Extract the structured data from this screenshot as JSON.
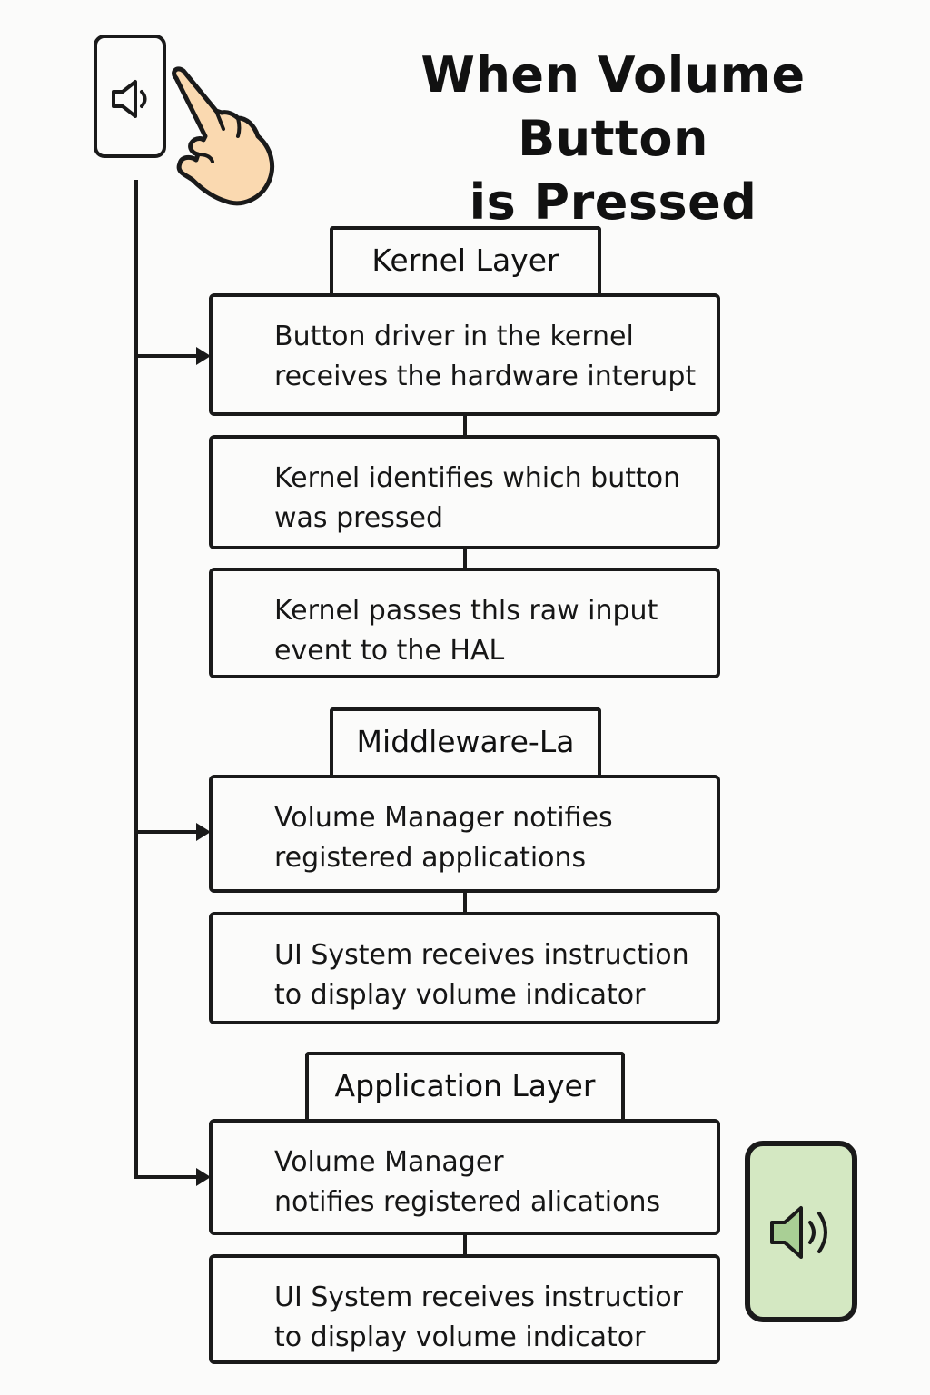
{
  "title": {
    "line1": "When Volume Button",
    "line2": "is Pressed"
  },
  "icons": {
    "top_device": "speaker-icon",
    "hand": "pointing-hand-icon",
    "bottom_device": "speaker-volume-icon"
  },
  "colors": {
    "hand_fill": "#fad9b0",
    "bottom_device_fill": "#d4e8c2",
    "speaker_fill_bottom": "#a9cf95",
    "line": "#1a1a1a"
  },
  "layers": [
    {
      "label": "Kernel Layer",
      "steps": [
        {
          "line1": "Button driver in the kernel",
          "line2": "receives the hardware interupt"
        },
        {
          "line1": "Kernel identifies which button",
          "line2": "was pressed"
        },
        {
          "line1": "Kernel passes thls raw input",
          "line2": "event to the HAL"
        }
      ]
    },
    {
      "label": "Middleware-La",
      "steps": [
        {
          "line1": "Volume Manager notifies",
          "line2": "registered applications"
        },
        {
          "line1": "UI System receives instruction",
          "line2": "to display volume indicator"
        }
      ]
    },
    {
      "label": "Application Layer",
      "steps": [
        {
          "line1": "Volume Manager",
          "line2": "notifies registered alications"
        },
        {
          "line1": "UI System receives instructior",
          "line2": "to display volume indicator"
        }
      ]
    }
  ]
}
